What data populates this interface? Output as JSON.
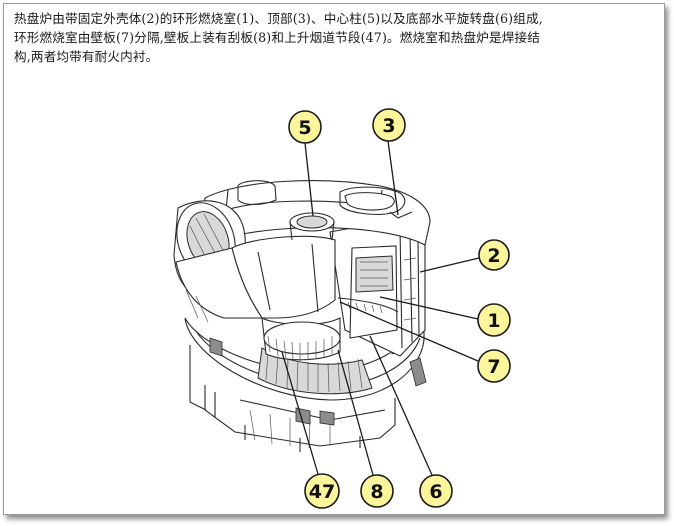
{
  "text": {
    "line1": "热盘炉由带固定外壳体(2)的环形燃烧室(1)、顶部(3)、中心柱(5)以及底部水平旋转盘(6)组成,",
    "line2": "环形燃烧室由壁板(7)分隔,壁板上装有刮板(8)和上升烟道节段(47)。燃烧室和热盘炉是焊接结",
    "line3": "构,两者均带有耐火内衬。"
  },
  "callouts": [
    {
      "id": "c5",
      "label": "5"
    },
    {
      "id": "c3",
      "label": "3"
    },
    {
      "id": "c2",
      "label": "2"
    },
    {
      "id": "c1",
      "label": "1"
    },
    {
      "id": "c7",
      "label": "7"
    },
    {
      "id": "c47",
      "label": "47"
    },
    {
      "id": "c8",
      "label": "8"
    },
    {
      "id": "c6",
      "label": "6"
    }
  ]
}
